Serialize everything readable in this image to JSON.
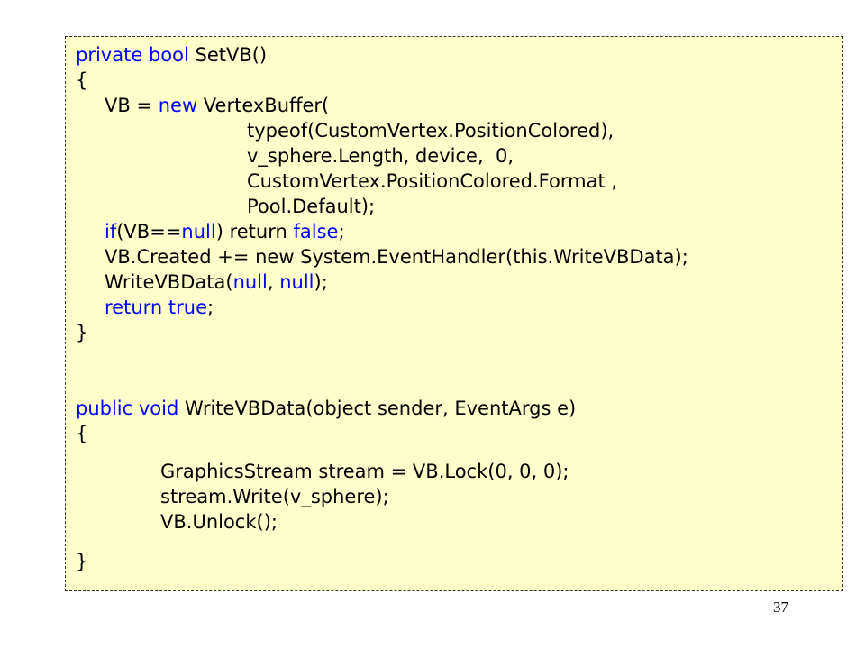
{
  "code": {
    "lines": [
      [
        {
          "t": "private",
          "k": true
        },
        {
          "t": " "
        },
        {
          "t": "bool",
          "k": true
        },
        {
          "t": " SetVB()"
        }
      ],
      [
        {
          "t": "{"
        }
      ],
      [
        {
          "t": "VB = "
        },
        {
          "t": "new",
          "k": true
        },
        {
          "t": " VertexBuffer("
        }
      ],
      [
        {
          "t": "typeof(CustomVertex.PositionColored),"
        }
      ],
      [
        {
          "t": "v_sphere.Length, device,  0,"
        }
      ],
      [
        {
          "t": "CustomVertex.PositionColored.Format ,"
        }
      ],
      [
        {
          "t": "Pool.Default);"
        }
      ],
      [
        {
          "t": "if",
          "k": true
        },
        {
          "t": "(VB=="
        },
        {
          "t": "null",
          "k": true
        },
        {
          "t": ") return "
        },
        {
          "t": "false",
          "k": true
        },
        {
          "t": ";"
        }
      ],
      [
        {
          "t": "VB.Created += new System.EventHandler(this.WriteVBData);"
        }
      ],
      [
        {
          "t": "WriteVBData("
        },
        {
          "t": "null",
          "k": true
        },
        {
          "t": ", "
        },
        {
          "t": "null",
          "k": true
        },
        {
          "t": ");"
        }
      ],
      [
        {
          "t": "return",
          "k": true
        },
        {
          "t": " "
        },
        {
          "t": "true",
          "k": true
        },
        {
          "t": ";"
        }
      ],
      [
        {
          "t": "}"
        }
      ],
      [
        {
          "t": "public",
          "k": true
        },
        {
          "t": " "
        },
        {
          "t": "void",
          "k": true
        },
        {
          "t": " WriteVBData(object sender, EventArgs e)"
        }
      ],
      [
        {
          "t": "{"
        }
      ],
      [
        {
          "t": "GraphicsStream stream = VB.Lock(0, 0, 0);"
        }
      ],
      [
        {
          "t": "stream.Write(v_sphere);"
        }
      ],
      [
        {
          "t": "VB.Unlock();"
        }
      ],
      [
        {
          "t": "}"
        }
      ]
    ],
    "keyword_color": "#0000ff",
    "background_color": "#ffffcc"
  },
  "page_number": "37"
}
